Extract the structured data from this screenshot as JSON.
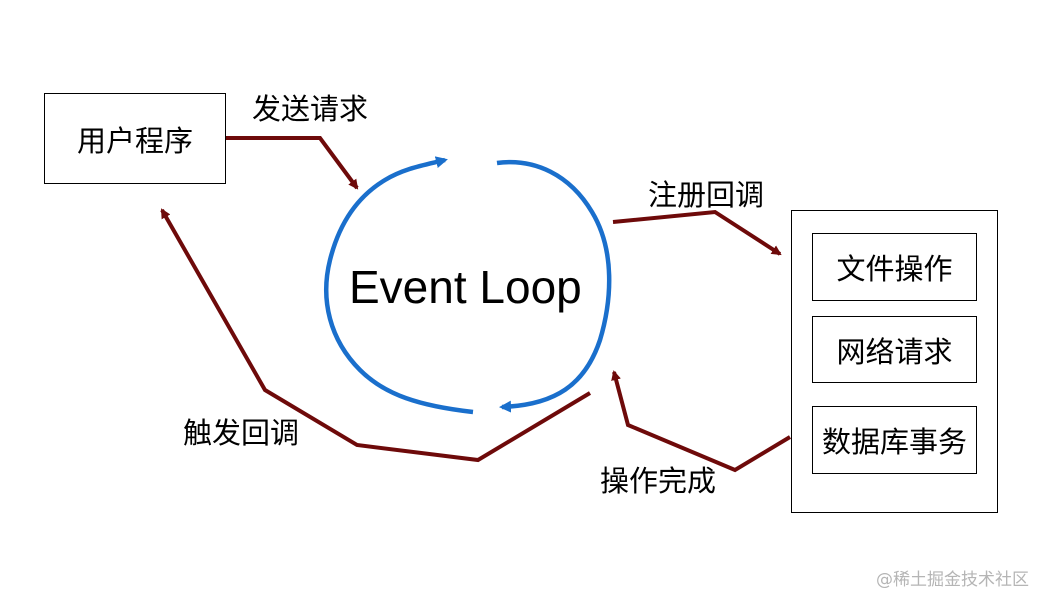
{
  "user_program": "用户程序",
  "event_loop": "Event Loop",
  "labels": {
    "send_request": "发送请求",
    "register_callback": "注册回调",
    "operation_complete": "操作完成",
    "trigger_callback": "触发回调"
  },
  "workers": [
    "文件操作",
    "网络请求",
    "数据库事务"
  ],
  "watermark": "@稀土掘金技术社区",
  "colors": {
    "loop": "#1a6fcc",
    "flow": "#6e0a0a",
    "border": "#000000",
    "watermark": "#b5b5b5"
  }
}
